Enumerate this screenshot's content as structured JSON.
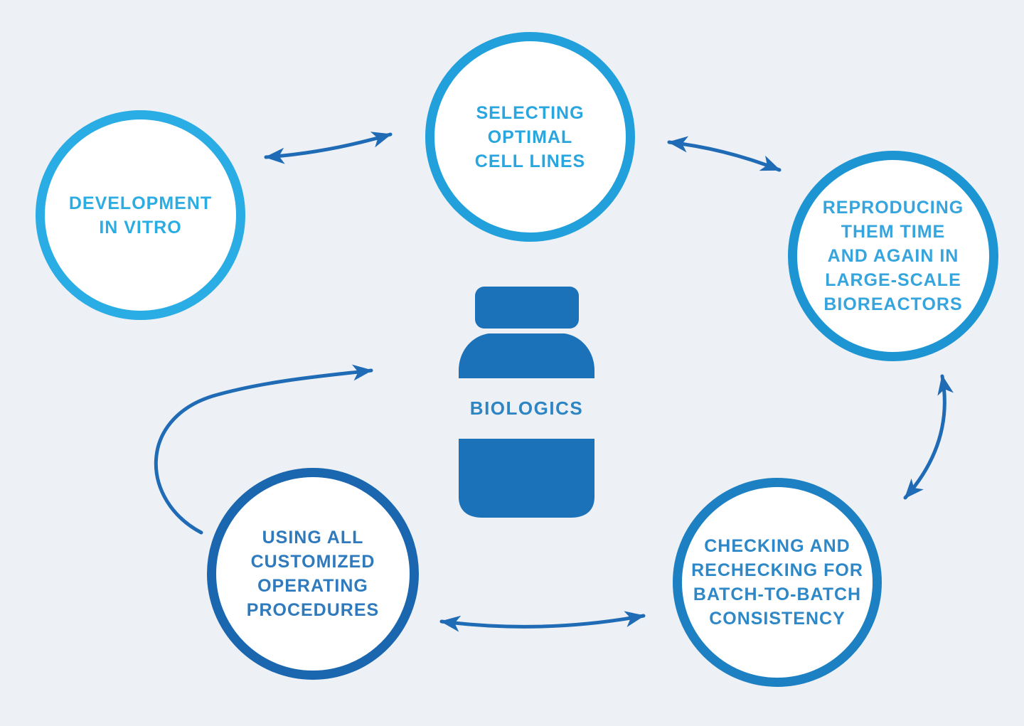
{
  "colors": {
    "background": "#EDF0F4",
    "arrow": "#1F6BB5",
    "bottle": "#1B72B9",
    "bottle_label": "#2D85C4"
  },
  "center": {
    "icon": "medicine-bottle-icon",
    "label": "BIOLOGICS"
  },
  "steps": [
    {
      "id": "development-in-vitro",
      "label": "DEVELOPMENT\nIN VITRO",
      "ring_color": "#2AACE4",
      "text_color": "#2BACE2"
    },
    {
      "id": "selecting-optimal-cell-lines",
      "label": "SELECTING\nOPTIMAL\nCELL LINES",
      "ring_color": "#22A0DC",
      "text_color": "#29A6DF"
    },
    {
      "id": "reproducing-in-bioreactors",
      "label": "REPRODUCING\nTHEM TIME\nAND AGAIN IN\nLARGE-SCALE\nBIOREACTORS",
      "ring_color": "#1E95D3",
      "text_color": "#36A5DE"
    },
    {
      "id": "checking-batch-consistency",
      "label": "CHECKING AND\nRECHECKING FOR\nBATCH-TO-BATCH\nCONSISTENCY",
      "ring_color": "#1C80C3",
      "text_color": "#2E87C7"
    },
    {
      "id": "using-customized-procedures",
      "label": "USING ALL\nCUSTOMIZED\nOPERATING\nPROCEDURES",
      "ring_color": "#1A67AF",
      "text_color": "#2E7ABD"
    }
  ],
  "connections": [
    {
      "from": "development-in-vitro",
      "to": "selecting-optimal-cell-lines",
      "bidirectional": true
    },
    {
      "from": "selecting-optimal-cell-lines",
      "to": "reproducing-in-bioreactors",
      "bidirectional": true
    },
    {
      "from": "reproducing-in-bioreactors",
      "to": "checking-batch-consistency",
      "bidirectional": true
    },
    {
      "from": "using-customized-procedures",
      "to": "checking-batch-consistency",
      "bidirectional": true
    },
    {
      "from": "using-customized-procedures",
      "to": "biologics",
      "bidirectional": false
    }
  ]
}
